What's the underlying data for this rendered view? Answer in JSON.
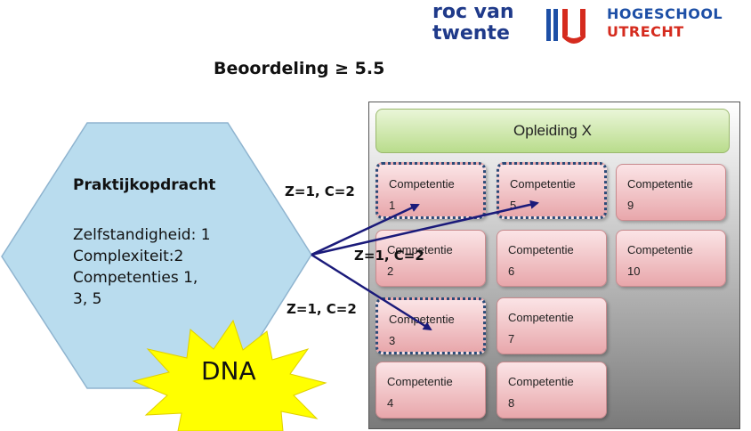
{
  "logos": {
    "roc_line1": "roc van",
    "roc_line2": "twente",
    "hu_mark": "HU",
    "hs_line1": "HOGESCHOOL",
    "hs_line2": "UTRECHT"
  },
  "title": "Beoordeling  ≥ 5.5",
  "assignment": {
    "title": "Praktijkopdracht",
    "lines": [
      "Zelfstandigheid: 1",
      "Complexiteit:2",
      "Competenties 1,",
      "3, 5"
    ]
  },
  "badge": "DNA",
  "arrow_labels": [
    "Z=1, C=2",
    "Z=1, C=2",
    "Z=1, C=2"
  ],
  "program": "Opleiding X",
  "competences": [
    {
      "label": "Competentie",
      "num": "1",
      "selected": true
    },
    {
      "label": "Competentie",
      "num": "5",
      "selected": true
    },
    {
      "label": "Competentie",
      "num": "9",
      "selected": false
    },
    {
      "label": "Competentie",
      "num": "2",
      "selected": false
    },
    {
      "label": "Competentie",
      "num": "6",
      "selected": false
    },
    {
      "label": "Competentie",
      "num": "10",
      "selected": false
    },
    {
      "label": "Competentie",
      "num": "3",
      "selected": true
    },
    {
      "label": "Competentie",
      "num": "7",
      "selected": false
    },
    {
      "label": "Competentie",
      "num": "4",
      "selected": false
    },
    {
      "label": "Competentie",
      "num": "8",
      "selected": false
    }
  ],
  "colors": {
    "hexagon": "#b9dcee",
    "starburst": "#ffff00",
    "arrows": "#1a1a7a",
    "competence_fill": "#f4c6c9",
    "program_fill": "#cfe8ad"
  }
}
